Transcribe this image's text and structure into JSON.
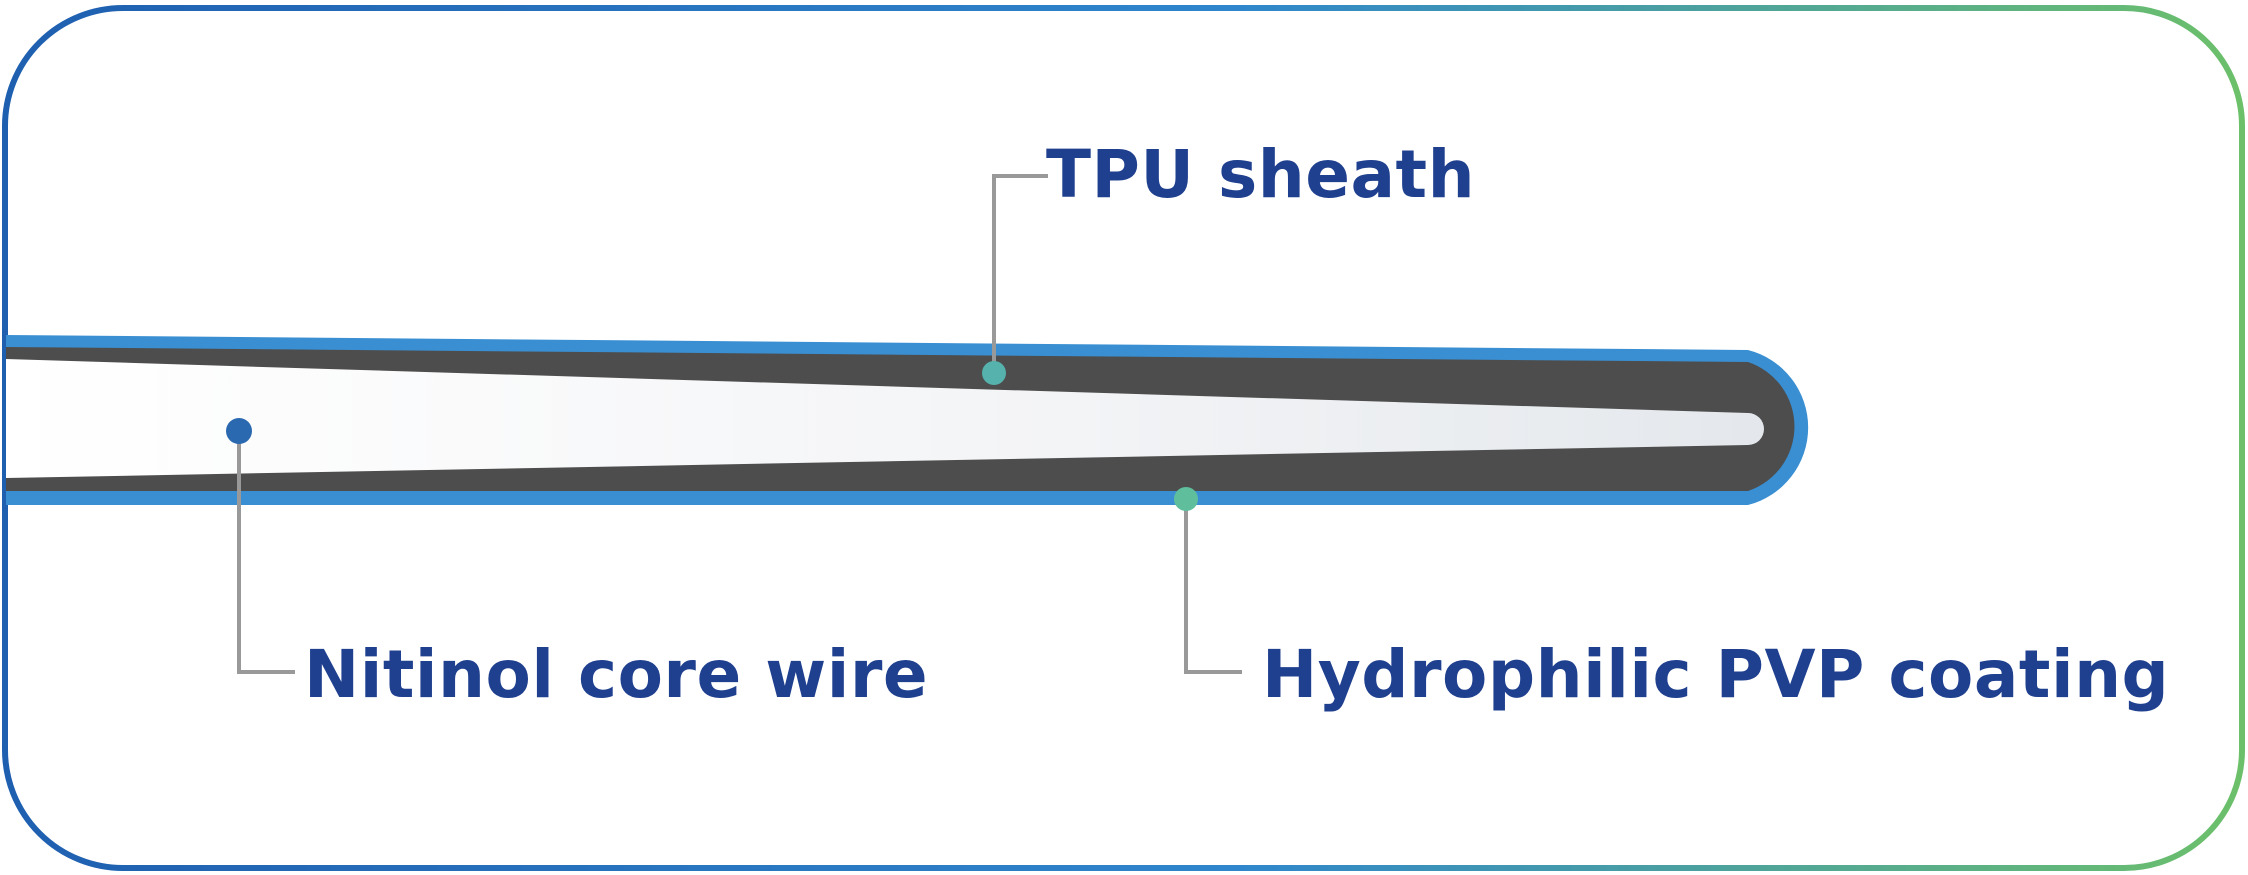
{
  "labels": {
    "tpu_sheath": "TPU sheath",
    "core_wire": "Nitinol core wire",
    "coating": "Hydrophilic PVP coating"
  },
  "colors": {
    "label_text": "#1f3f8f",
    "frame_start": "#1f5fb0",
    "frame_mid": "#2f86cc",
    "frame_end": "#6cc06a",
    "coating_blue": "#3a8fd2",
    "sheath_gray": "#4d4d4d",
    "core_white": "#f2f4f6",
    "leader_gray": "#999999",
    "dot_teal": "#56b2ac",
    "dot_green": "#5fbf9c",
    "dot_blue": "#2a68b0"
  },
  "icons": {
    "tpu_marker": "teal-dot",
    "coating_marker": "green-dot",
    "core_marker": "blue-dot"
  }
}
